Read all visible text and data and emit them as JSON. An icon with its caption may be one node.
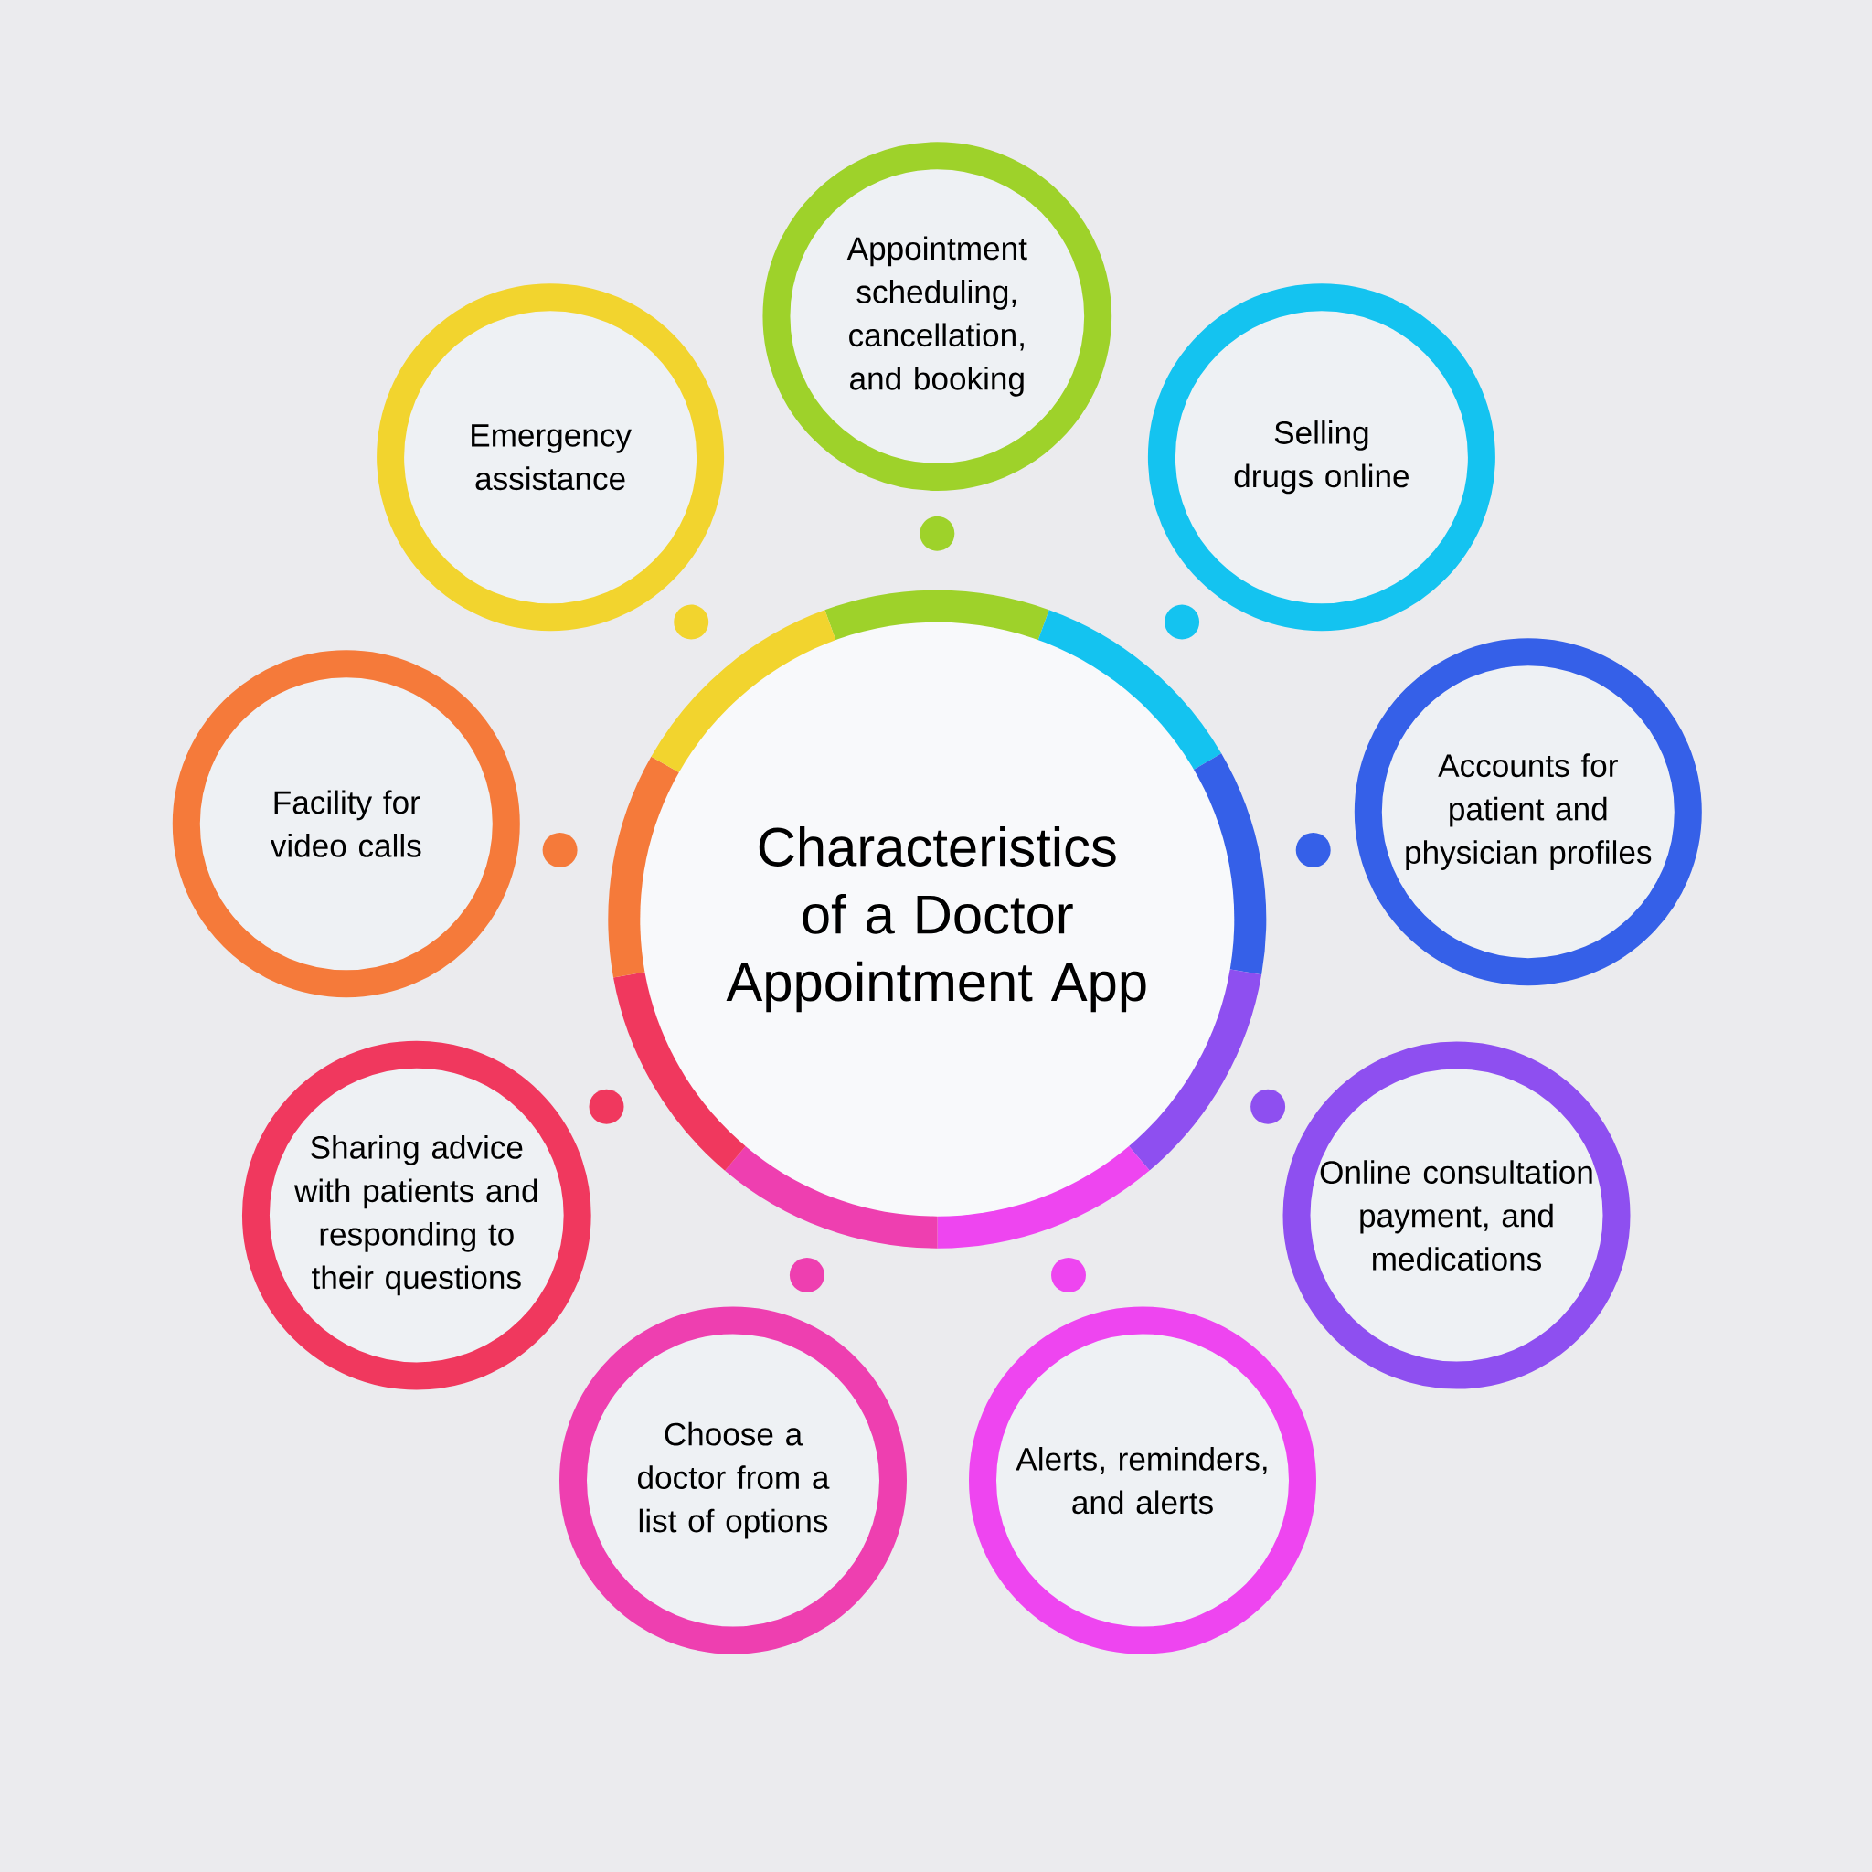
{
  "diagram": {
    "nodes": [
      {
        "text": [
          "Characteristics of a Doctor Appointment App"
        ]
      },
      {
        "text": [
          "Appointment scheduling, cancellation, and booking"
        ]
      },
      {
        "text": [
          "Selling drugs online"
        ]
      },
      {
        "text": [
          "Accounts for patient and physician profiles"
        ]
      },
      {
        "text": [
          "Online consultation payment, and medications"
        ]
      },
      {
        "text": [
          "Alerts, reminders, and alerts"
        ]
      },
      {
        "text": [
          "Choose a doctor from a list of options"
        ]
      },
      {
        "text": [
          "Sharing advice with patients and responding to their questions"
        ]
      },
      {
        "text": [
          "Facility for video calls"
        ]
      },
      {
        "text": [
          "Emergency assistance"
        ]
      }
    ]
  }
}
